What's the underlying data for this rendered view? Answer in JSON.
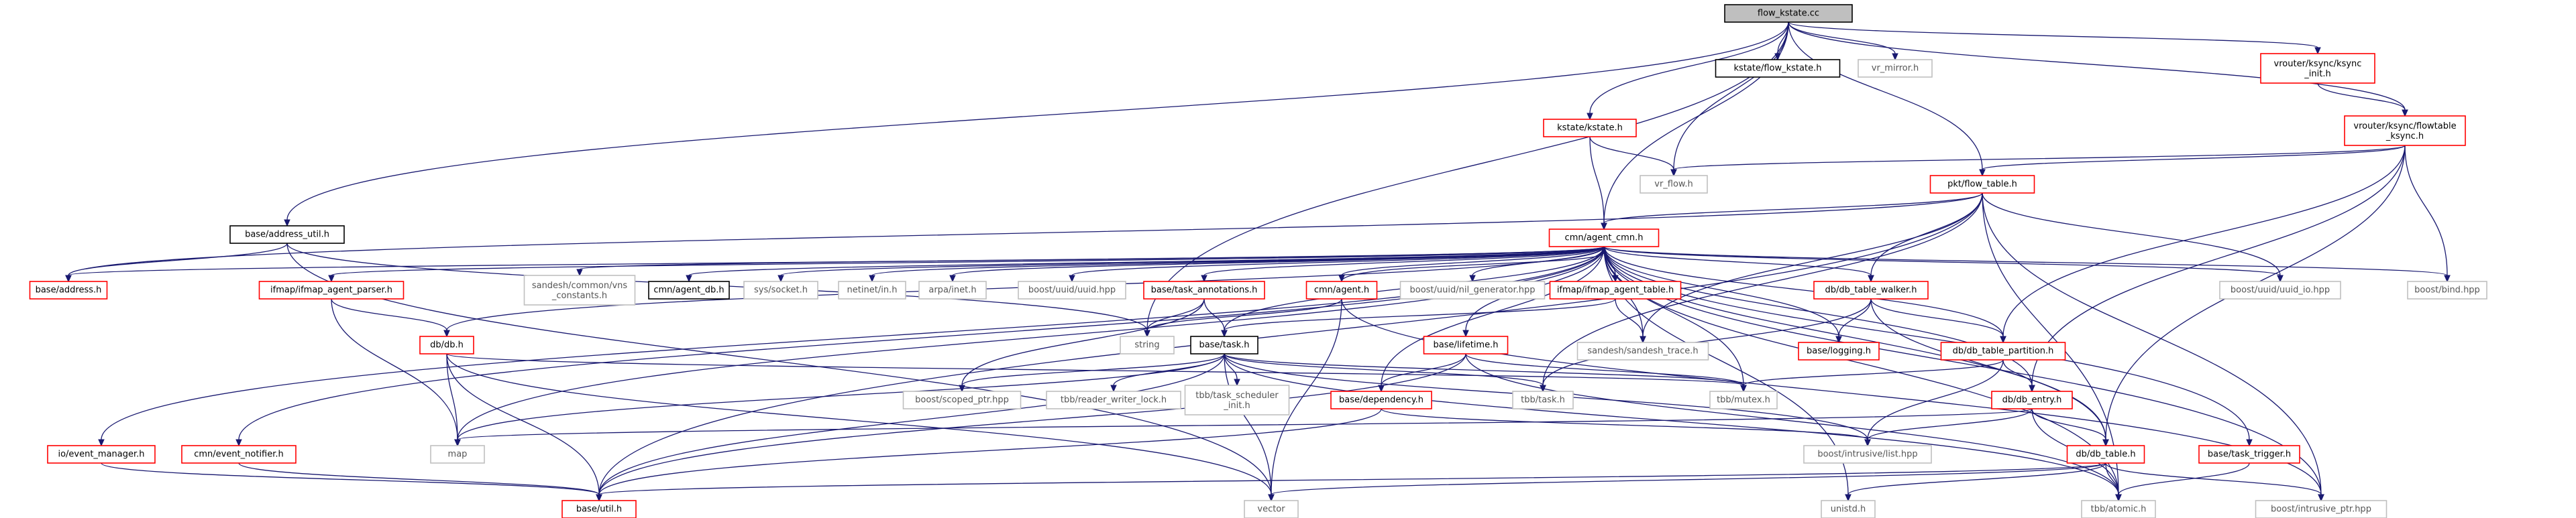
{
  "colors": {
    "edge": "#191970",
    "red_border": "#ff0000",
    "black_border": "#000000",
    "gray_border": "#bfbfbf",
    "root_fill": "#bfbfbf",
    "text": "#000000",
    "gray_text": "#555555"
  },
  "nodes": [
    {
      "id": "root",
      "label": "flow_kstate.cc",
      "style": "root"
    },
    {
      "id": "ksync_init",
      "label": "vrouter/ksync/ksync\n_init.h",
      "style": "red"
    },
    {
      "id": "flowtable_ksync",
      "label": "vrouter/ksync/flowtable\n_ksync.h",
      "style": "red"
    },
    {
      "id": "kstate_kstate",
      "label": "kstate/kstate.h",
      "style": "red"
    },
    {
      "id": "kstate_flow",
      "label": "kstate/flow_kstate.h",
      "style": "black"
    },
    {
      "id": "vr_mirror",
      "label": "vr_mirror.h",
      "style": "gray"
    },
    {
      "id": "vr_flow",
      "label": "vr_flow.h",
      "style": "gray"
    },
    {
      "id": "pkt_flow_table",
      "label": "pkt/flow_table.h",
      "style": "red"
    },
    {
      "id": "base_address_util",
      "label": "base/address_util.h",
      "style": "black"
    },
    {
      "id": "cmn_agent_cmn",
      "label": "cmn/agent_cmn.h",
      "style": "red"
    },
    {
      "id": "base_address",
      "label": "base/address.h",
      "style": "red"
    },
    {
      "id": "ifmap_parser",
      "label": "ifmap/ifmap_agent_parser.h",
      "style": "red"
    },
    {
      "id": "sandesh_vns",
      "label": "sandesh/common/vns\n_constants.h",
      "style": "gray"
    },
    {
      "id": "cmn_agent_db",
      "label": "cmn/agent_db.h",
      "style": "black"
    },
    {
      "id": "sys_socket",
      "label": "sys/socket.h",
      "style": "gray"
    },
    {
      "id": "netinet_in",
      "label": "netinet/in.h",
      "style": "gray"
    },
    {
      "id": "arpa_inet",
      "label": "arpa/inet.h",
      "style": "gray"
    },
    {
      "id": "boost_uuid",
      "label": "boost/uuid/uuid.hpp",
      "style": "gray"
    },
    {
      "id": "base_task_annotations",
      "label": "base/task_annotations.h",
      "style": "red"
    },
    {
      "id": "cmn_agent",
      "label": "cmn/agent.h",
      "style": "red"
    },
    {
      "id": "boost_uuid_gen",
      "label": "boost/uuid/nil_generator.hpp",
      "style": "gray"
    },
    {
      "id": "ifmap_agent_table",
      "label": "ifmap/ifmap_agent_table.h",
      "style": "red"
    },
    {
      "id": "db_table_walker",
      "label": "db/db_table_walker.h",
      "style": "red"
    },
    {
      "id": "boost_uuid_io",
      "label": "boost/uuid/uuid_io.hpp",
      "style": "gray"
    },
    {
      "id": "boost_bind",
      "label": "boost/bind.hpp",
      "style": "gray"
    },
    {
      "id": "db_db",
      "label": "db/db.h",
      "style": "red"
    },
    {
      "id": "string",
      "label": "string",
      "style": "gray"
    },
    {
      "id": "base_task",
      "label": "base/task.h",
      "style": "black"
    },
    {
      "id": "base_lifetime",
      "label": "base/lifetime.h",
      "style": "red"
    },
    {
      "id": "sandesh_trace",
      "label": "sandesh/sandesh_trace.h",
      "style": "gray"
    },
    {
      "id": "base_logging",
      "label": "base/logging.h",
      "style": "red"
    },
    {
      "id": "db_table_partition",
      "label": "db/db_table_partition.h",
      "style": "red"
    },
    {
      "id": "boost_scoped_ptr",
      "label": "boost/scoped_ptr.hpp",
      "style": "gray"
    },
    {
      "id": "tbb_rw_lock",
      "label": "tbb/reader_writer_lock.h",
      "style": "gray"
    },
    {
      "id": "tbb_task_scheduler",
      "label": "tbb/task_scheduler\n_init.h",
      "style": "gray"
    },
    {
      "id": "base_dependency",
      "label": "base/dependency.h",
      "style": "red"
    },
    {
      "id": "tbb_task",
      "label": "tbb/task.h",
      "style": "gray"
    },
    {
      "id": "tbb_mutex",
      "label": "tbb/mutex.h",
      "style": "gray"
    },
    {
      "id": "db_db_entry",
      "label": "db/db_entry.h",
      "style": "red"
    },
    {
      "id": "io_event_manager",
      "label": "io/event_manager.h",
      "style": "red"
    },
    {
      "id": "cmn_event_notifier",
      "label": "cmn/event_notifier.h",
      "style": "red"
    },
    {
      "id": "map",
      "label": "map",
      "style": "gray"
    },
    {
      "id": "boost_intrusive_list",
      "label": "boost/intrusive/list.hpp",
      "style": "gray"
    },
    {
      "id": "base_task_trigger",
      "label": "base/task_trigger.h",
      "style": "red"
    },
    {
      "id": "db_db_table",
      "label": "db/db_table.h",
      "style": "red"
    },
    {
      "id": "base_util",
      "label": "base/util.h",
      "style": "red"
    },
    {
      "id": "vector",
      "label": "vector",
      "style": "gray"
    },
    {
      "id": "unistd",
      "label": "unistd.h",
      "style": "gray"
    },
    {
      "id": "tbb_atomic",
      "label": "tbb/atomic.h",
      "style": "gray"
    },
    {
      "id": "boost_intrusive_ptr",
      "label": "boost/intrusive_ptr.hpp",
      "style": "gray"
    }
  ],
  "edges": [
    [
      "root",
      "ksync_init"
    ],
    [
      "root",
      "flowtable_ksync"
    ],
    [
      "root",
      "kstate_kstate"
    ],
    [
      "root",
      "kstate_flow"
    ],
    [
      "root",
      "vr_mirror"
    ],
    [
      "root",
      "vr_flow"
    ],
    [
      "root",
      "pkt_flow_table"
    ],
    [
      "root",
      "base_address_util"
    ],
    [
      "root",
      "cmn_agent_cmn"
    ],
    [
      "root",
      "string"
    ],
    [
      "ksync_init",
      "flowtable_ksync"
    ],
    [
      "flowtable_ksync",
      "vr_flow"
    ],
    [
      "flowtable_ksync",
      "pkt_flow_table"
    ],
    [
      "flowtable_ksync",
      "boost_bind"
    ],
    [
      "flowtable_ksync",
      "db_table_partition"
    ],
    [
      "flowtable_ksync",
      "db_db_entry"
    ],
    [
      "flowtable_ksync",
      "db_db_table"
    ],
    [
      "kstate_kstate",
      "vr_flow"
    ],
    [
      "kstate_kstate",
      "cmn_agent_cmn"
    ],
    [
      "pkt_flow_table",
      "cmn_agent_cmn"
    ],
    [
      "pkt_flow_table",
      "base_address"
    ],
    [
      "pkt_flow_table",
      "db_table_walker"
    ],
    [
      "pkt_flow_table",
      "boost_uuid_io"
    ],
    [
      "pkt_flow_table",
      "sandesh_trace"
    ],
    [
      "pkt_flow_table",
      "tbb_atomic"
    ],
    [
      "pkt_flow_table",
      "boost_intrusive_ptr"
    ],
    [
      "pkt_flow_table",
      "base_util"
    ],
    [
      "pkt_flow_table",
      "tbb_task"
    ],
    [
      "base_address_util",
      "base_address"
    ],
    [
      "base_address_util",
      "string"
    ],
    [
      "base_address_util",
      "vector"
    ],
    [
      "cmn_agent_cmn",
      "base_address"
    ],
    [
      "cmn_agent_cmn",
      "ifmap_parser"
    ],
    [
      "cmn_agent_cmn",
      "sandesh_vns"
    ],
    [
      "cmn_agent_cmn",
      "cmn_agent_db"
    ],
    [
      "cmn_agent_cmn",
      "sys_socket"
    ],
    [
      "cmn_agent_cmn",
      "netinet_in"
    ],
    [
      "cmn_agent_cmn",
      "arpa_inet"
    ],
    [
      "cmn_agent_cmn",
      "boost_uuid"
    ],
    [
      "cmn_agent_cmn",
      "base_task_annotations"
    ],
    [
      "cmn_agent_cmn",
      "cmn_agent"
    ],
    [
      "cmn_agent_cmn",
      "boost_uuid_gen"
    ],
    [
      "cmn_agent_cmn",
      "ifmap_agent_table"
    ],
    [
      "cmn_agent_cmn",
      "db_table_walker"
    ],
    [
      "cmn_agent_cmn",
      "boost_uuid_io"
    ],
    [
      "cmn_agent_cmn",
      "boost_bind"
    ],
    [
      "cmn_agent_cmn",
      "db_db"
    ],
    [
      "cmn_agent_cmn",
      "base_task"
    ],
    [
      "cmn_agent_cmn",
      "base_lifetime"
    ],
    [
      "cmn_agent_cmn",
      "sandesh_trace"
    ],
    [
      "cmn_agent_cmn",
      "base_logging"
    ],
    [
      "cmn_agent_cmn",
      "db_table_partition"
    ],
    [
      "cmn_agent_cmn",
      "io_event_manager"
    ],
    [
      "cmn_agent_cmn",
      "cmn_event_notifier"
    ],
    [
      "cmn_agent_cmn",
      "map"
    ],
    [
      "cmn_agent_cmn",
      "tbb_mutex"
    ],
    [
      "cmn_agent_cmn",
      "db_db_entry"
    ],
    [
      "cmn_agent_cmn",
      "db_db_table"
    ],
    [
      "cmn_agent_cmn",
      "base_task_trigger"
    ],
    [
      "cmn_agent_cmn",
      "boost_intrusive_ptr"
    ],
    [
      "cmn_agent_cmn",
      "tbb_atomic"
    ],
    [
      "cmn_agent_cmn",
      "unistd"
    ],
    [
      "cmn_agent_cmn",
      "base_dependency"
    ],
    [
      "ifmap_parser",
      "db_db"
    ],
    [
      "ifmap_parser",
      "map"
    ],
    [
      "base_task_annotations",
      "base_task"
    ],
    [
      "base_task_annotations",
      "string"
    ],
    [
      "base_task_annotations",
      "boost_scoped_ptr"
    ],
    [
      "cmn_agent",
      "cmn_agent_cmn"
    ],
    [
      "cmn_agent",
      "string"
    ],
    [
      "cmn_agent",
      "vector"
    ],
    [
      "cmn_agent",
      "boost_intrusive_ptr"
    ],
    [
      "ifmap_agent_table",
      "base_task"
    ],
    [
      "ifmap_agent_table",
      "sandesh_trace"
    ],
    [
      "db_table_walker",
      "base_logging"
    ],
    [
      "db_table_walker",
      "db_table_partition"
    ],
    [
      "db_table_walker",
      "db_db_table"
    ],
    [
      "db_table_walker",
      "tbb_task"
    ],
    [
      "db_db",
      "tbb_mutex"
    ],
    [
      "db_db",
      "map"
    ],
    [
      "db_db",
      "vector"
    ],
    [
      "db_db",
      "base_util"
    ],
    [
      "base_task",
      "tbb_task"
    ],
    [
      "base_task",
      "tbb_mutex"
    ],
    [
      "base_task",
      "tbb_rw_lock"
    ],
    [
      "base_task",
      "tbb_task_scheduler"
    ],
    [
      "base_task",
      "boost_scoped_ptr"
    ],
    [
      "base_task",
      "map"
    ],
    [
      "base_task",
      "vector"
    ],
    [
      "base_task",
      "base_util"
    ],
    [
      "base_task",
      "boost_intrusive_list"
    ],
    [
      "base_task",
      "tbb_atomic"
    ],
    [
      "base_lifetime",
      "base_dependency"
    ],
    [
      "base_lifetime",
      "tbb_mutex"
    ],
    [
      "base_lifetime",
      "tbb_atomic"
    ],
    [
      "base_lifetime",
      "base_util"
    ],
    [
      "db_table_partition",
      "db_db_entry"
    ],
    [
      "db_table_partition",
      "tbb_mutex"
    ],
    [
      "db_table_partition",
      "boost_intrusive_list"
    ],
    [
      "base_dependency",
      "base_util"
    ],
    [
      "base_dependency",
      "boost_intrusive_list"
    ],
    [
      "db_db_entry",
      "db_db_table"
    ],
    [
      "db_db_entry",
      "boost_intrusive_list"
    ],
    [
      "db_db_entry",
      "map"
    ],
    [
      "db_db_entry",
      "tbb_atomic"
    ],
    [
      "io_event_manager",
      "base_util"
    ],
    [
      "cmn_event_notifier",
      "base_util"
    ],
    [
      "base_task_trigger",
      "tbb_atomic"
    ],
    [
      "db_db_table",
      "base_util"
    ],
    [
      "db_db_table",
      "vector"
    ],
    [
      "db_db_table",
      "unistd"
    ],
    [
      "db_db_table",
      "tbb_atomic"
    ],
    [
      "db_db_table",
      "boost_intrusive_ptr"
    ]
  ]
}
